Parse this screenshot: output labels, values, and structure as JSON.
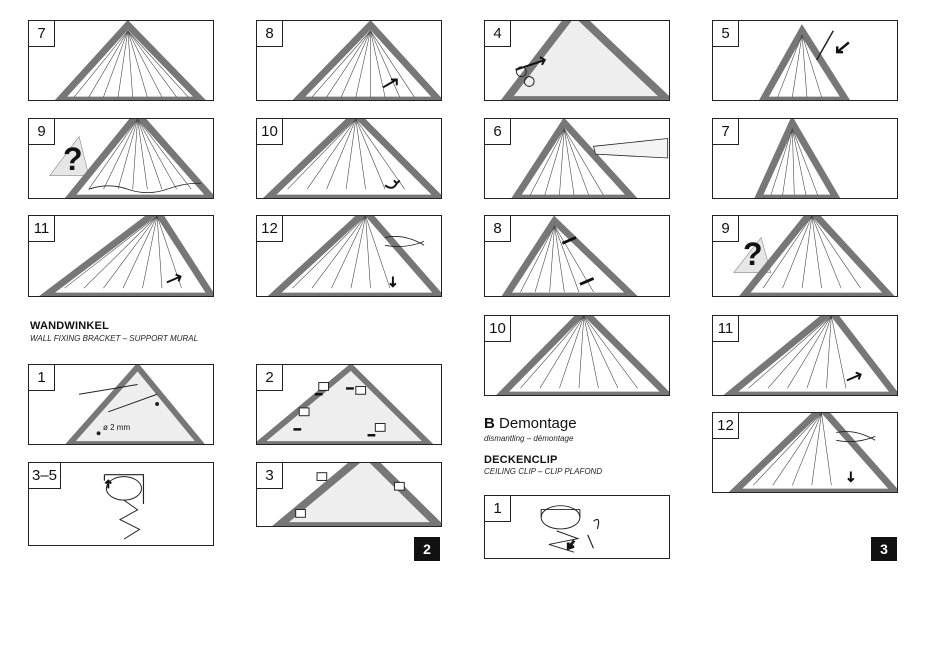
{
  "colors": {
    "frame": "#7a7a7a",
    "pleat": "#444444",
    "panel_border": "#222222",
    "page_box": "#111111",
    "fill": "#e6e6e6"
  },
  "icons": {
    "question": "question-mark-icon",
    "arrow": "arrow-icon"
  },
  "left_grid": [
    {
      "label": "7"
    },
    {
      "label": "8"
    },
    {
      "label": "9"
    },
    {
      "label": "10"
    },
    {
      "label": "11"
    },
    {
      "label": "12"
    }
  ],
  "right_grid": [
    {
      "label": "4"
    },
    {
      "label": "5"
    },
    {
      "label": "6"
    },
    {
      "label": "7"
    },
    {
      "label": "8"
    },
    {
      "label": "9"
    },
    {
      "label": "10"
    },
    {
      "label": "11"
    },
    {
      "label": "12"
    }
  ],
  "wall_bracket": {
    "title": "WANDWINKEL",
    "subtitle": "WALL FIXING BRACKET – SUPPORT MURAL",
    "steps": [
      {
        "label": "1"
      },
      {
        "label": "2"
      },
      {
        "label": "3–5"
      },
      {
        "label": "3"
      }
    ],
    "drill_size": "ø 2 mm"
  },
  "section_b": {
    "letter": "B",
    "title": "Demontage",
    "subtitle": "dismantling – démontage"
  },
  "ceiling_clip": {
    "title": "DECKENCLIP",
    "subtitle": "CEILING CLIP  – CLIP PLAFOND",
    "steps": [
      {
        "label": "1"
      }
    ]
  },
  "page_numbers": {
    "left": "2",
    "right": "3"
  },
  "question_mark": "?"
}
